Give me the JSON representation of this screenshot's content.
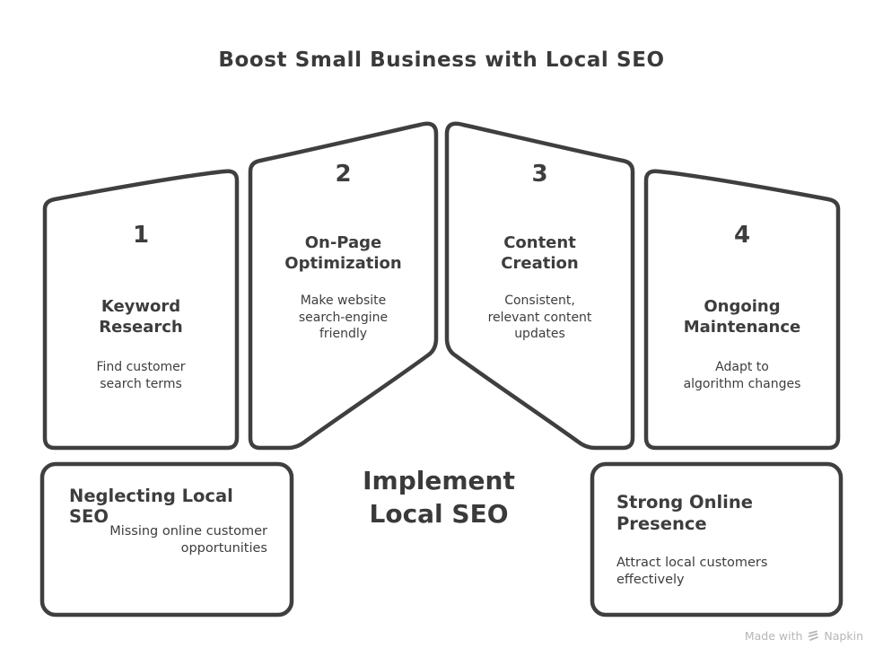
{
  "title": "Boost Small Business with Local SEO",
  "steps": [
    {
      "number": "1",
      "heading": "Keyword\nResearch",
      "description": "Find customer\nsearch terms"
    },
    {
      "number": "2",
      "heading": "On-Page\nOptimization",
      "description": "Make website\nsearch-engine\nfriendly"
    },
    {
      "number": "3",
      "heading": "Content\nCreation",
      "description": "Consistent,\nrelevant content\nupdates"
    },
    {
      "number": "4",
      "heading": "Ongoing\nMaintenance",
      "description": "Adapt to\nalgorithm changes"
    }
  ],
  "center_label": "Implement\nLocal SEO",
  "pitfall_box": {
    "title": "Neglecting Local SEO",
    "description": "Missing online customer\nopportunities"
  },
  "benefit_box": {
    "title": "Strong Online\nPresence",
    "description": "Attract local customers\neffectively"
  },
  "watermark": {
    "prefix": "Made with",
    "brand": "Napkin"
  },
  "colors": {
    "ink": "#3d3d3d",
    "background": "#ffffff",
    "watermark_gray": "#b6b6b6"
  }
}
